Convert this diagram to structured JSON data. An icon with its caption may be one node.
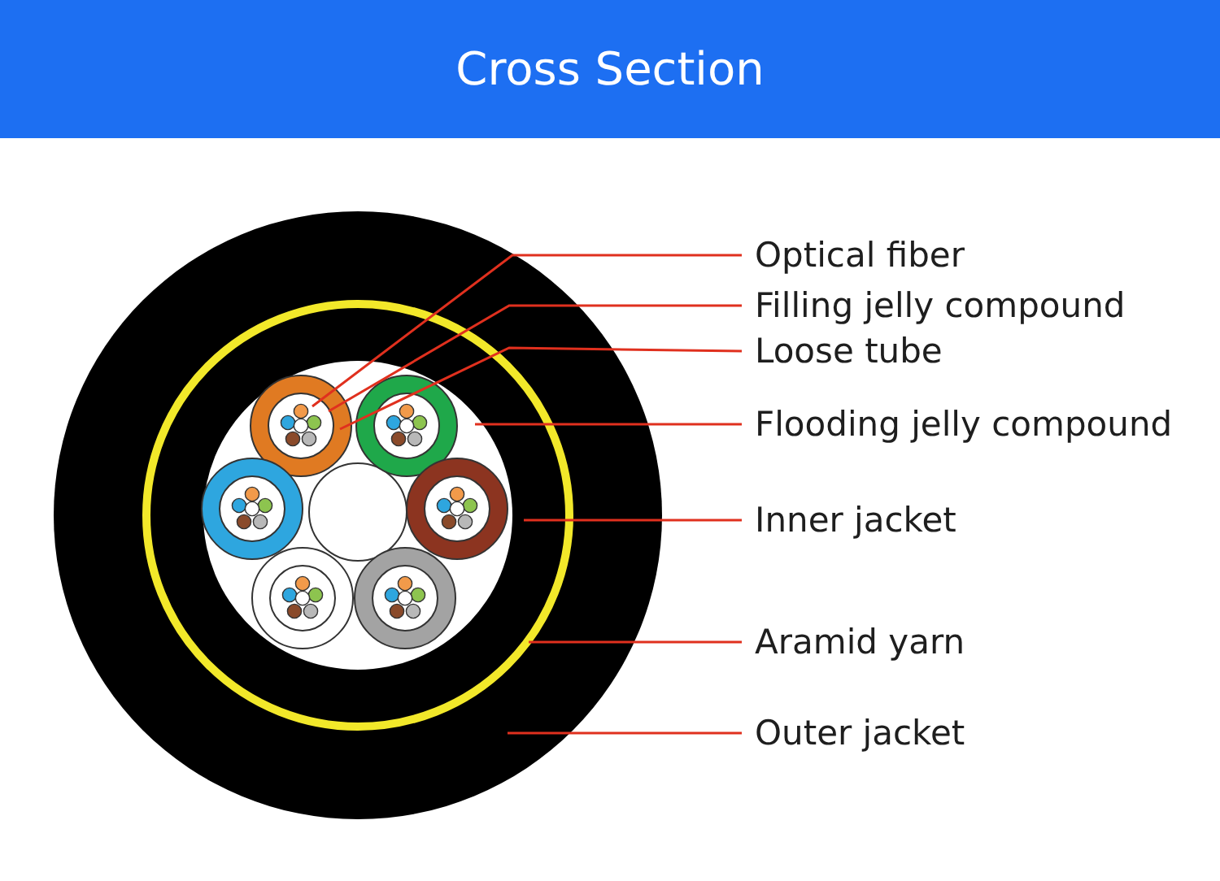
{
  "diagram": {
    "title": "Cross Section",
    "nodes": [
      {
        "text": [
          "Optical fiber"
        ]
      },
      {
        "text": [
          "Filling jelly compound"
        ]
      },
      {
        "text": [
          "Loose tube"
        ]
      },
      {
        "text": [
          "Flooding jelly compound"
        ]
      },
      {
        "text": [
          "Inner jacket"
        ]
      },
      {
        "text": [
          "Aramid yarn"
        ]
      },
      {
        "text": [
          "Outer jacket"
        ]
      }
    ],
    "edges": [
      {
        "from": 0,
        "to": null,
        "arrow": "none"
      },
      {
        "from": 1,
        "to": null,
        "arrow": "none"
      },
      {
        "from": 2,
        "to": null,
        "arrow": "none"
      },
      {
        "from": 3,
        "to": null,
        "arrow": "none"
      },
      {
        "from": 4,
        "to": null,
        "arrow": "none"
      },
      {
        "from": 5,
        "to": null,
        "arrow": "none"
      },
      {
        "from": 6,
        "to": null,
        "arrow": "none"
      }
    ]
  }
}
